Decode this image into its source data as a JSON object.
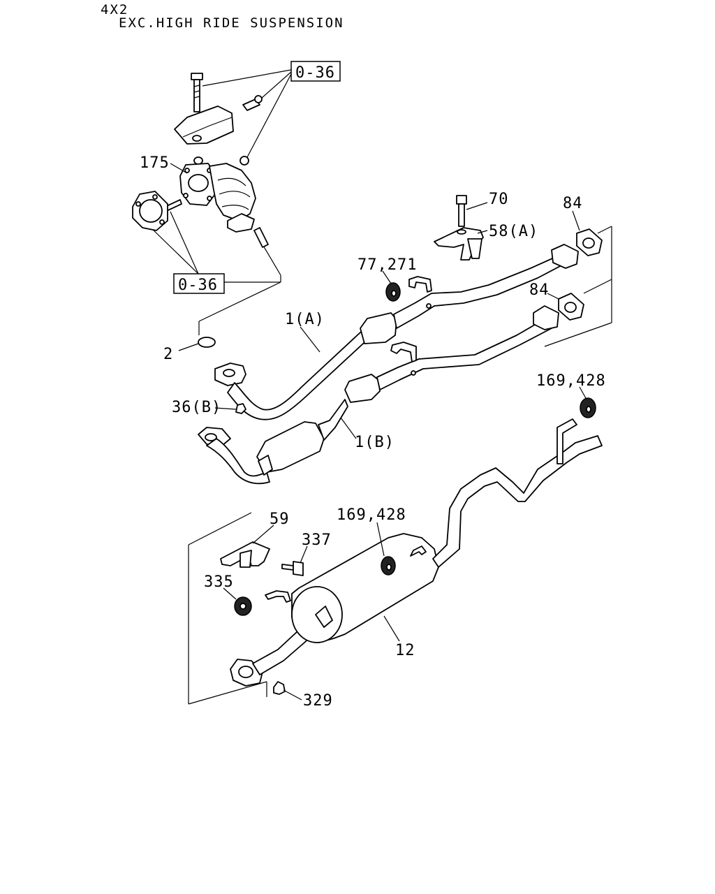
{
  "header": {
    "line1": "4X2",
    "line2": "EXC.HIGH RIDE SUSPENSION"
  },
  "refs": {
    "ref_top": "0-36",
    "ref_mid": "0-36"
  },
  "callouts": {
    "c175": "175",
    "c70": "70",
    "c84a": "84",
    "c58a": "58(A)",
    "c77_271": "77,271",
    "c84b": "84",
    "c1a": "1(A)",
    "c2": "2",
    "c36b": "36(B)",
    "c1b": "1(B)",
    "c169_428a": "169,428",
    "c59": "59",
    "c169_428b": "169,428",
    "c337": "337",
    "c335": "335",
    "c12": "12",
    "c329": "329"
  }
}
